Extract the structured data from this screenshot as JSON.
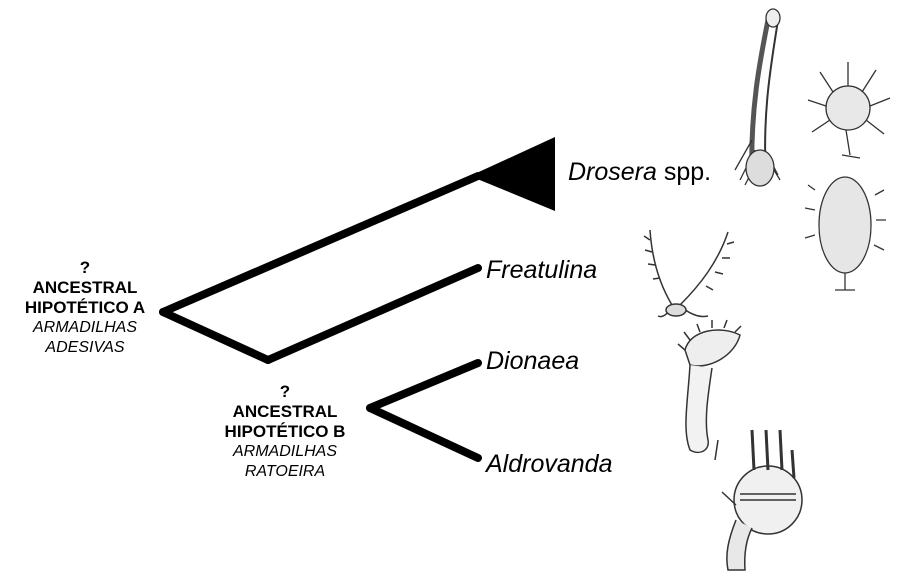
{
  "nodes": {
    "a": {
      "question": "?",
      "line1": "ANCESTRAL",
      "line2": "HIPOTÉTICO A",
      "trap1": "ARMADILHAS",
      "trap2": "ADESIVAS"
    },
    "b": {
      "question": "?",
      "line1": "ANCESTRAL",
      "line2": "HIPOTÉTICO B",
      "trap1": "ARMADILHAS",
      "trap2": "RATOEIRA"
    }
  },
  "taxa": {
    "drosera": {
      "genus": "Drosera",
      "suffix": " spp."
    },
    "freatulina": {
      "genus": "Freatulina"
    },
    "dionaea": {
      "genus": "Dionaea"
    },
    "aldrovanda": {
      "genus": "Aldrovanda"
    }
  },
  "colors": {
    "line": "#000000",
    "background": "#ffffff"
  },
  "illustrations": [
    "drosera-plant-illustrations",
    "freatulina-leaf-illustration",
    "dionaea-flytrap-illustration",
    "aldrovanda-trap-illustration"
  ]
}
